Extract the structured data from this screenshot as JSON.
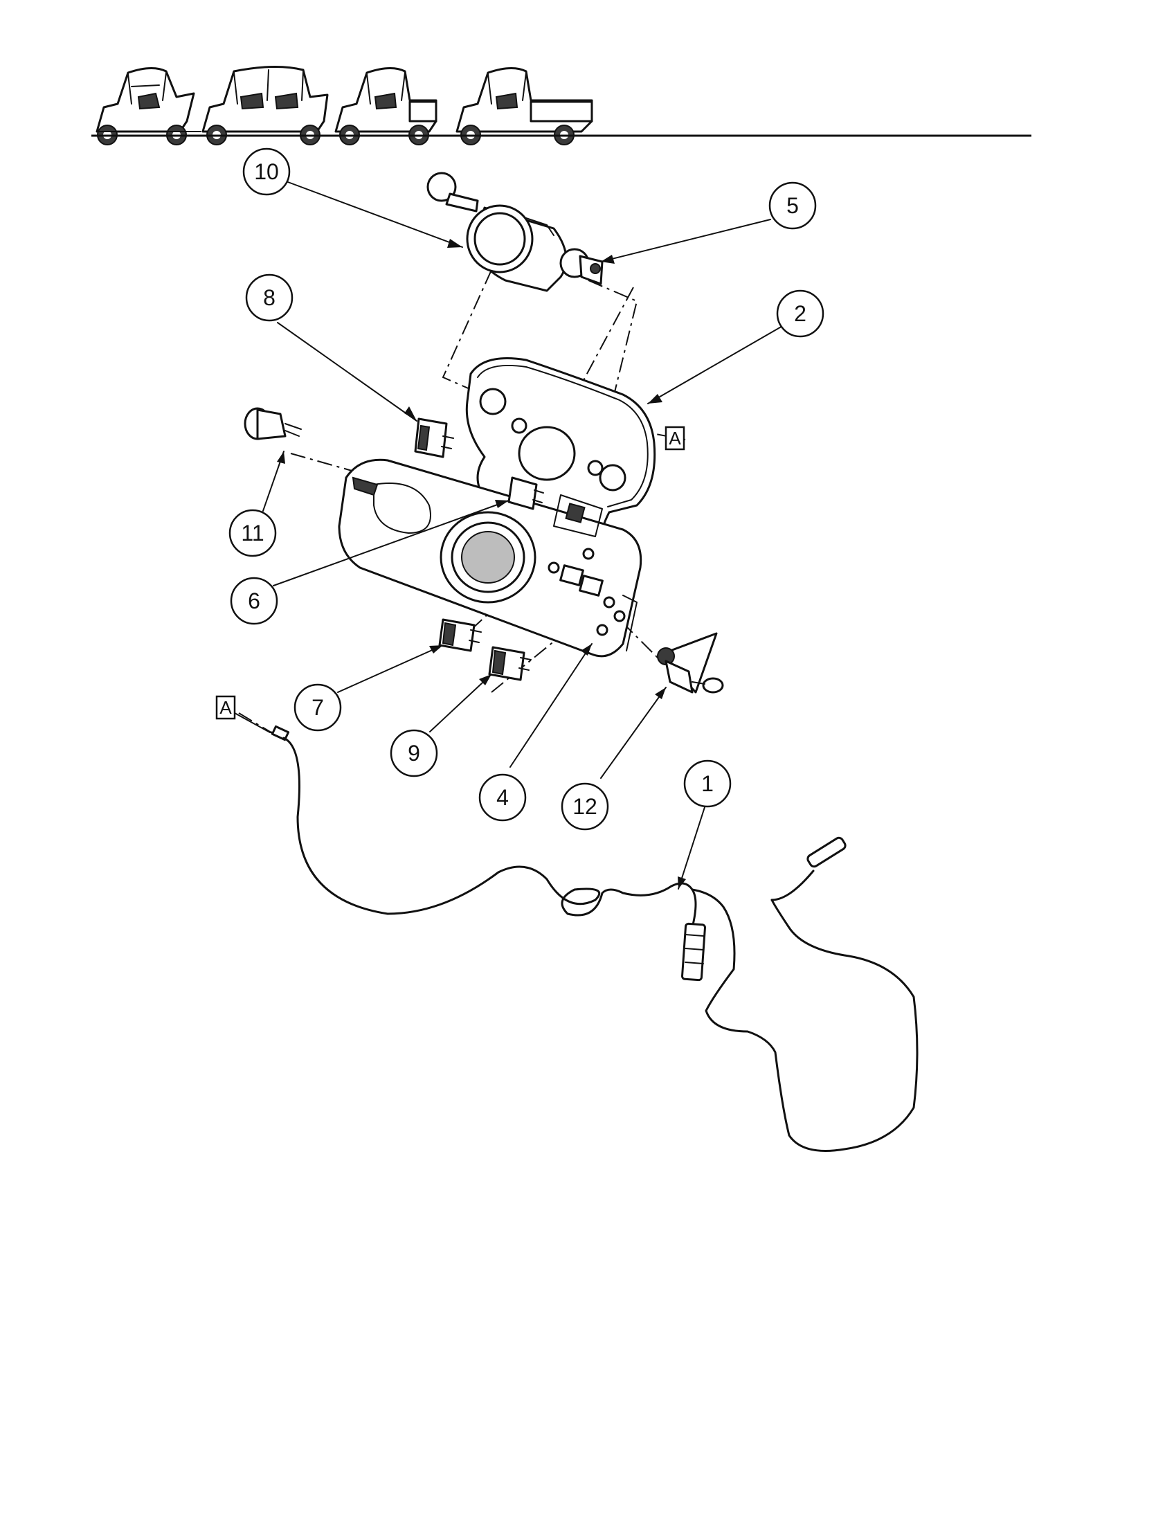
{
  "header": {
    "vehicle_icons": [
      "two-seat-vehicle-icon",
      "four-seat-vehicle-icon",
      "short-bed-vehicle-icon",
      "long-bed-vehicle-icon"
    ]
  },
  "diagram": {
    "callouts": [
      {
        "id": "c10",
        "label": "10"
      },
      {
        "id": "c5",
        "label": "5"
      },
      {
        "id": "c8",
        "label": "8"
      },
      {
        "id": "c2",
        "label": "2"
      },
      {
        "id": "c11",
        "label": "11"
      },
      {
        "id": "c6",
        "label": "6"
      },
      {
        "id": "c7",
        "label": "7"
      },
      {
        "id": "c9",
        "label": "9"
      },
      {
        "id": "c4",
        "label": "4"
      },
      {
        "id": "c12",
        "label": "12"
      },
      {
        "id": "c1",
        "label": "1"
      }
    ],
    "reference_marks": [
      {
        "id": "refA1",
        "label": "A"
      },
      {
        "id": "refA2",
        "label": "A"
      }
    ]
  }
}
